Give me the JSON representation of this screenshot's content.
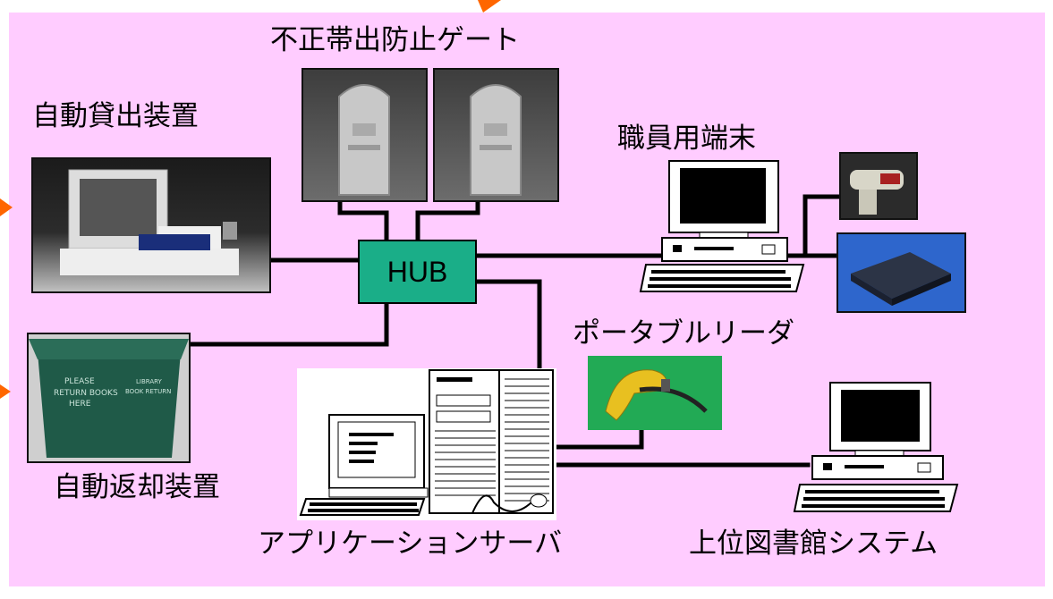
{
  "labels": {
    "gate": "不正帯出防止ゲート",
    "self_checkout": "自動貸出装置",
    "self_return": "自動返却装置",
    "staff_terminal": "職員用端末",
    "portable_reader": "ポータブルリーダ",
    "app_server": "アプリケーションサーバ",
    "upper_system": "上位図書館システム",
    "hub": "HUB"
  },
  "return_box_text": {
    "line1": "PLEASE",
    "line2": "RETURN BOOKS",
    "line3": "HERE",
    "side1": "LIBRARY",
    "side2": "BOOK RETURN"
  },
  "colors": {
    "background": "#ffccff",
    "hub": "#1aae88",
    "wire": "#000000",
    "arrow": "#ff6600",
    "reader_bg": "#22aa55"
  }
}
